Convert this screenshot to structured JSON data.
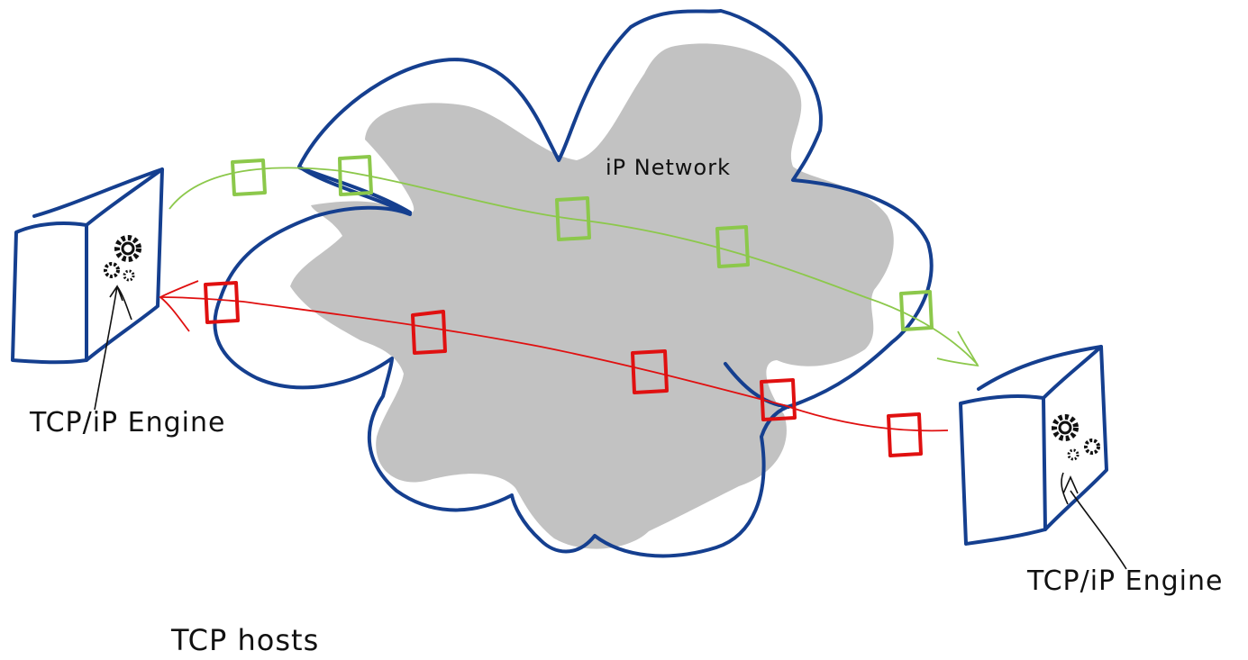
{
  "diagram": {
    "network_label": "iP Network",
    "left_engine_label": "TCP/iP Engine",
    "right_engine_label": "TCP/iP Engine",
    "hosts_label": "TCP hosts",
    "colors": {
      "outline": "#153f8f",
      "cloud_fill": "#c2c2c2",
      "forward_path": "#8cc84b",
      "return_path": "#e01010",
      "ink": "#111111"
    },
    "icons": [
      "host-left-icon",
      "host-right-icon",
      "gears-icon",
      "packet-icon",
      "arrow-icon"
    ]
  }
}
